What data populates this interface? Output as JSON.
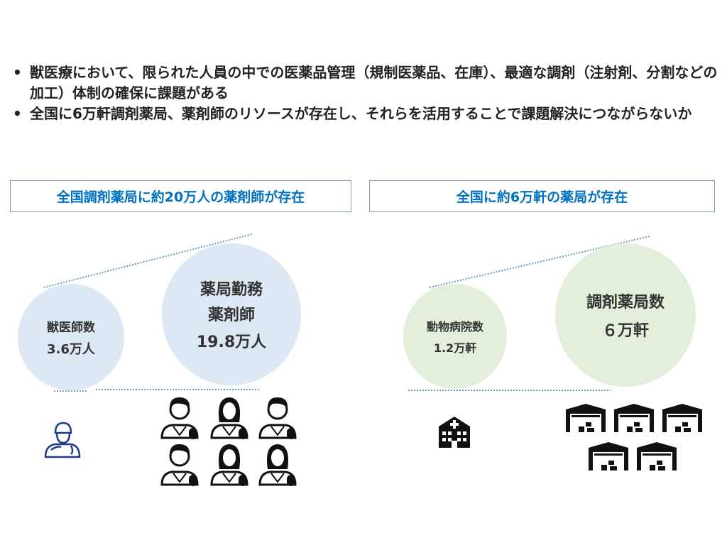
{
  "bullets": [
    "獣医療において、限られた人員の中での医薬品管理（規制医薬品、在庫）、最適な調剤（注射剤、分割などの加工）体制の確保に課題がある",
    "全国に6万軒調剤薬局、薬剤師のリソースが存在し、それらを活用することで課題解決につながらないか"
  ],
  "bullet_symbol": "•",
  "left": {
    "header": "全国調剤薬局に約20万人の薬剤師が存在",
    "small_circle": {
      "label": "獣医師数",
      "value": "3.6万人"
    },
    "large_circle": {
      "label1": "薬局勤務",
      "label2": "薬剤師",
      "value": "19.8万人"
    }
  },
  "right": {
    "header": "全国に約6万軒の薬局が存在",
    "small_circle": {
      "label": "動物病院数",
      "value": "1.2万軒"
    },
    "large_circle": {
      "label1": "調剤薬局数",
      "value": "６万軒"
    }
  },
  "colors": {
    "header_text": "#0070c0",
    "blue_circle": "#dde8f5",
    "green_circle": "#e3efda"
  }
}
